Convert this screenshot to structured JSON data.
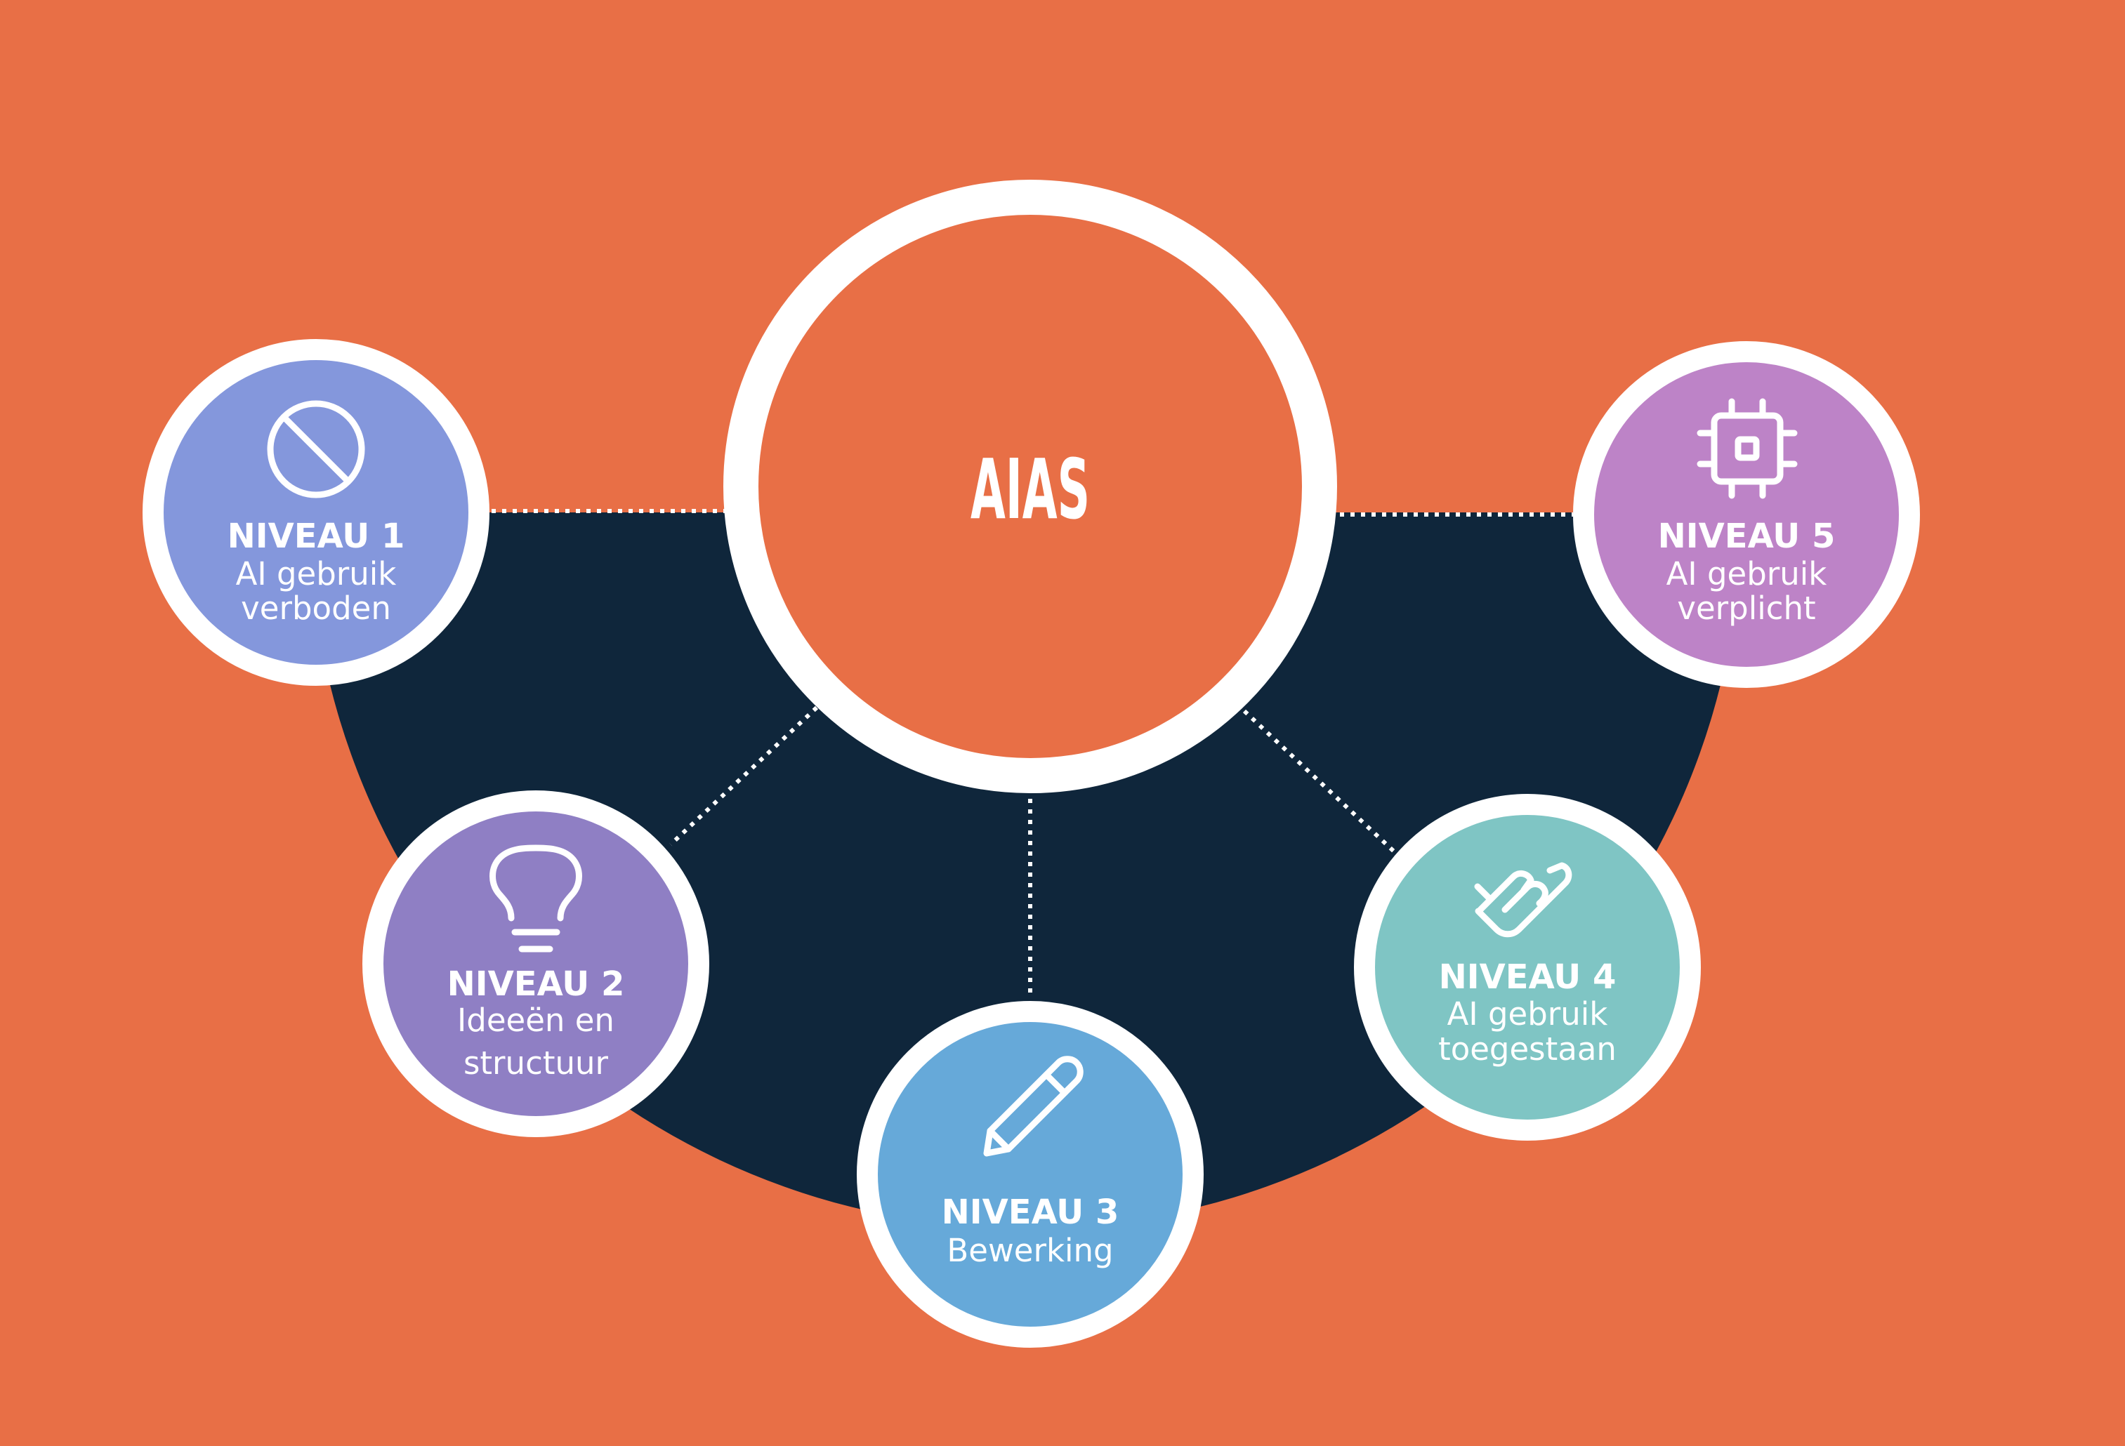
{
  "colors": {
    "background": "#e86f46",
    "arc": "#0f263b",
    "ring": "#ffffff",
    "center_fill": "#e86f46",
    "level_1": "#8497dc",
    "level_2": "#8f7fc4",
    "level_3": "#66a9d9",
    "level_4": "#7fc5c4",
    "level_5": "#bd83c7"
  },
  "center": {
    "label": "AIAS"
  },
  "levels": [
    {
      "title": "NIVEAU 1",
      "line1": "AI gebruik",
      "line2": "verboden",
      "icon": "prohibited-icon"
    },
    {
      "title": "NIVEAU 2",
      "line1": "Ideeën en",
      "line2": "structuur",
      "icon": "lightbulb-icon"
    },
    {
      "title": "NIVEAU 3",
      "line1": "Bewerking",
      "icon": "pencil-icon"
    },
    {
      "title": "NIVEAU 4",
      "line1": "AI gebruik",
      "line2": "toegestaan",
      "icon": "handshake-icon"
    },
    {
      "title": "NIVEAU 5",
      "line1": "AI gebruik",
      "line2": "verplicht",
      "icon": "chip-icon"
    }
  ]
}
